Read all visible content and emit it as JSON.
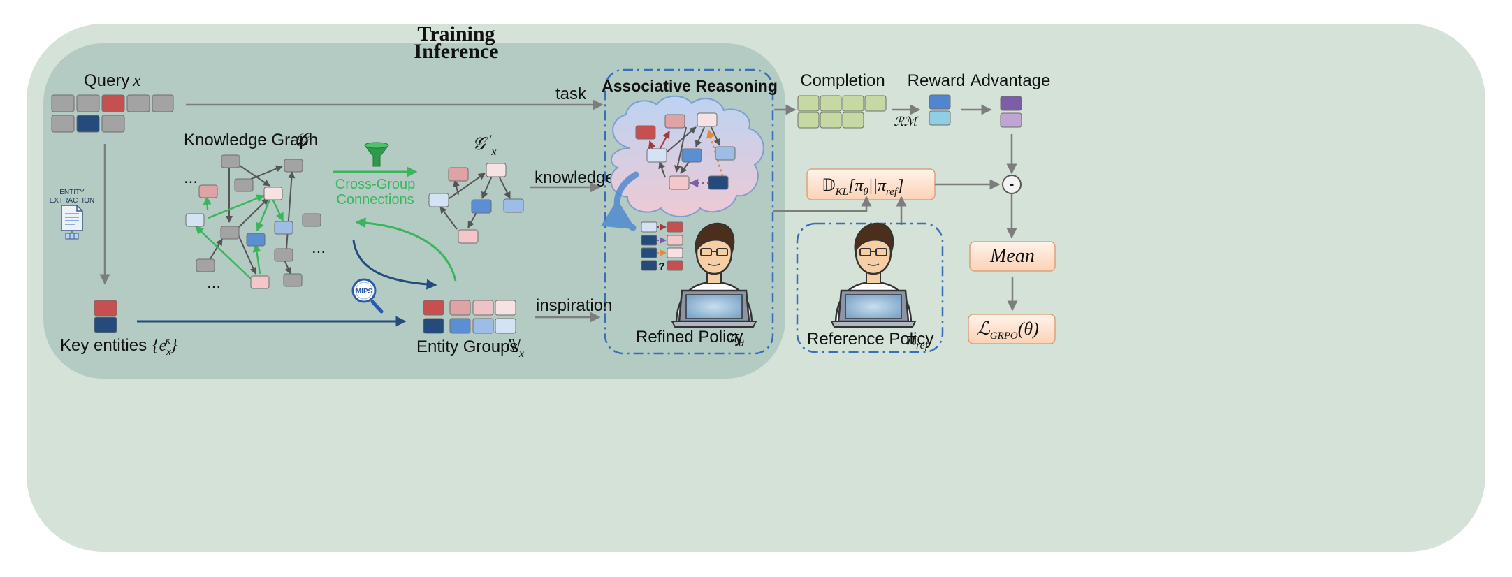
{
  "titles": {
    "training": "Training",
    "inference": "Inference"
  },
  "query": {
    "label": "Query",
    "symbol": "x"
  },
  "entity_extraction": {
    "line1": "ENTITY",
    "line2": "EXTRACTION"
  },
  "knowledge_graph": {
    "label": "Knowledge Graph",
    "symbol": "𝒢",
    "ellipsis": "..."
  },
  "cross_group": {
    "line1": "Cross-Group",
    "line2": "Connections"
  },
  "refined_graph": {
    "symbol": "𝒢",
    "prime": "′",
    "sub": "x"
  },
  "mips": {
    "label": "MIPS"
  },
  "key_entities": {
    "label": "Key entities",
    "math": "{e",
    "sup": "κ",
    "sub": "x",
    "close": "}"
  },
  "entity_groups": {
    "label": "Entity Groups",
    "symbol": "ℕ",
    "sub": "x"
  },
  "arrows": {
    "task": "task",
    "knowledge": "knowledge",
    "inspiration": "inspiration"
  },
  "associative": {
    "title": "Associative Reasoning",
    "question": "?"
  },
  "refined_policy": {
    "label": "Refined Policy",
    "symbol": "π",
    "sub": "θ"
  },
  "reference_policy": {
    "label": "Reference Policy",
    "symbol": "π",
    "sub": "ref"
  },
  "grpo": {
    "completion": "Completion",
    "reward": "Reward",
    "advantage": "Advantage",
    "rm": "ℛℳ",
    "kl": "𝔻",
    "kl_sub": "KL",
    "kl_body": "[π",
    "kl_theta": "θ",
    "kl_mid": "||π",
    "kl_ref": "ref",
    "kl_close": "]",
    "minus": "-",
    "mean": "Mean",
    "loss": "ℒ",
    "loss_sub": "GRPO",
    "loss_arg": "(θ)"
  },
  "colors": {
    "outer_bg": "#d4e2d8",
    "inner_bg": "#b4cbc4",
    "grey": "#a3a3a3",
    "red": "#c5504f",
    "navy": "#254a7c",
    "pink": "#dfa3a5",
    "light_pink": "#f6e1e3",
    "mid_blue": "#5a8fd4",
    "light_blue": "#9dbde6",
    "pale_blue": "#d4e3f4",
    "green": "#3bb55c",
    "comp_green": "#c6d9a3",
    "purple": "#7a5ea8",
    "light_purple": "#bda6d1",
    "reward_blue": "#4f86cf",
    "reward_light": "#8fcfe3",
    "orange_box": "#fde0cb"
  }
}
